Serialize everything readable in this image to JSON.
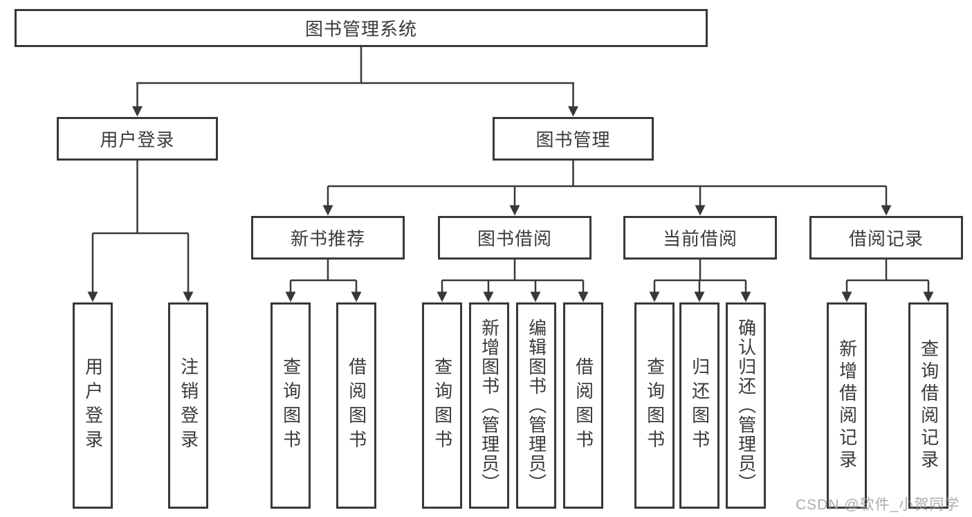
{
  "diagram": {
    "root": {
      "label": "图书管理系统"
    },
    "level2": {
      "user_login": {
        "label": "用户登录"
      },
      "book_mgmt": {
        "label": "图书管理"
      }
    },
    "level3": {
      "new_book_rec": {
        "label": "新书推荐"
      },
      "book_borrow": {
        "label": "图书借阅"
      },
      "current_borrow": {
        "label": "当前借阅"
      },
      "borrow_records": {
        "label": "借阅记录"
      }
    },
    "leaves": {
      "user_login": {
        "label": "用户登录"
      },
      "logout": {
        "label": "注销登录"
      },
      "nbr_query": {
        "label": "查询图书"
      },
      "nbr_borrow": {
        "label": "借阅图书"
      },
      "bb_query": {
        "label": "查询图书"
      },
      "bb_add": {
        "label": "新增图书（管理员）"
      },
      "bb_edit": {
        "label": "编辑图书（管理员）"
      },
      "bb_borrow": {
        "label": "借阅图书"
      },
      "cb_query": {
        "label": "查询图书"
      },
      "cb_return": {
        "label": "归还图书"
      },
      "cb_confirm": {
        "label": "确认归还（管理员）"
      },
      "br_add": {
        "label": "新增借阅记录"
      },
      "br_query": {
        "label": "查询借阅记录"
      }
    },
    "colors": {
      "line": "#383838",
      "text": "#3a3a3a",
      "background": "#ffffff",
      "watermark": "#9e9e9e"
    },
    "watermark": "CSDN @软件_小贺同学"
  }
}
